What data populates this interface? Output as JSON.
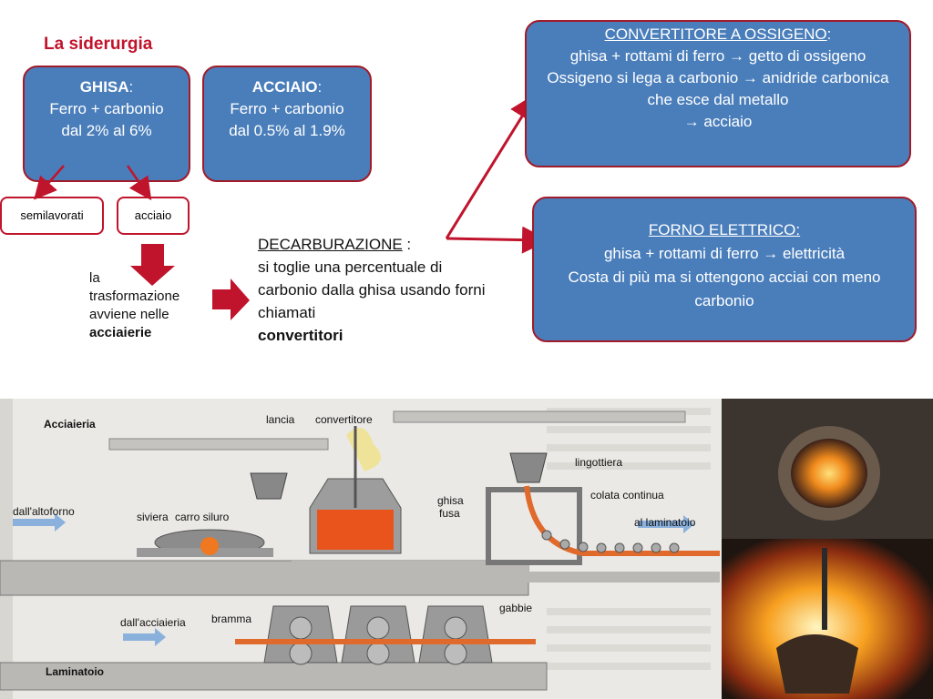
{
  "title": "La siderurgia",
  "ghisa": {
    "head": "GHISA",
    "colon": ":",
    "body": "Ferro + carbonio dal 2% al 6%"
  },
  "acciaio": {
    "head": "ACCIAIO",
    "colon": ":",
    "body": "Ferro + carbonio dal 0.5% al 1.9%"
  },
  "semilavorati": "semilavorati",
  "acciaio_small": "acciaio",
  "note": {
    "line1": "la",
    "line2": "trasformazione",
    "line3": "avviene nelle",
    "bold": "acciaierie"
  },
  "decarb": {
    "head": "DECARBURAZIONE",
    "colon": " :",
    "body": "si toglie una percentuale di carbonio dalla ghisa usando forni chiamati",
    "bold": "convertitori"
  },
  "convertitore": {
    "head": "CONVERTITORE A OSSIGENO",
    "colon": ":",
    "l1": "ghisa + rottami di ferro → getto di ossigeno",
    "l2": "Ossigeno si lega a carbonio →  anidride carbonica che esce dal metallo",
    "l3": "→ acciaio"
  },
  "forno": {
    "head": "FORNO ELETTRICO:",
    "l1": "ghisa + rottami di ferro → elettricità",
    "l2": "Costa di più ma si ottengono acciai con meno carbonio"
  },
  "diagram": {
    "acciaieria": "Acciaieria",
    "lancia": "lancia",
    "convertitore": "convertitore",
    "lingottiera": "lingottiera",
    "colata": "colata continua",
    "altoforno": "dall'altoforno",
    "siviera": "siviera",
    "carro": "carro siluro",
    "ghisa1": "ghisa",
    "ghisa2": "fusa",
    "laminatoio_to": "al laminatoio",
    "gabbie": "gabbie",
    "bramma": "bramma",
    "dallacciaieria": "dall'acciaieria",
    "laminatoio": "Laminatoio"
  }
}
